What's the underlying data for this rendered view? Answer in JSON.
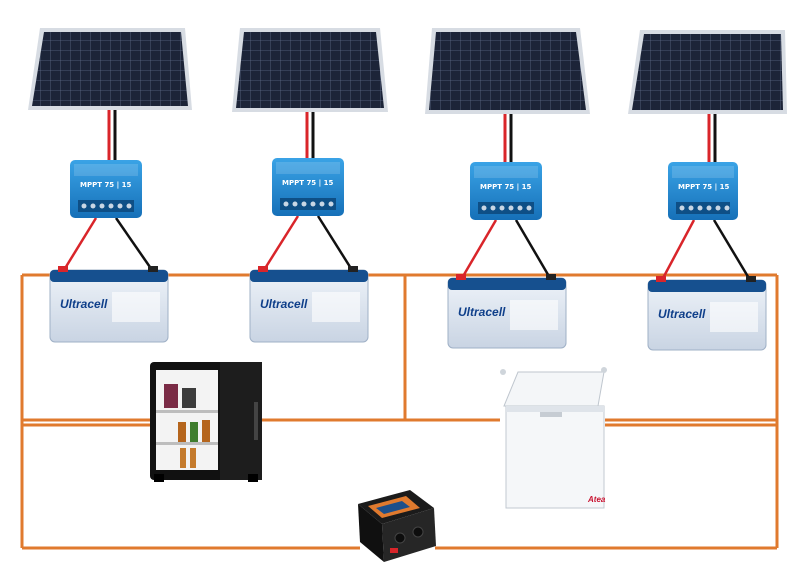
{
  "system": {
    "units": [
      {
        "controller_label": "MPPT 75 | 15",
        "battery_brand": "Ultracell"
      },
      {
        "controller_label": "MPPT 75 | 15",
        "battery_brand": "Ultracell"
      },
      {
        "controller_label": "MPPT 75 | 15",
        "battery_brand": "Ultracell"
      },
      {
        "controller_label": "MPPT 75 | 15",
        "battery_brand": "Ultracell"
      }
    ],
    "freezer_brand": "Atea",
    "colors": {
      "bus_wire": "#e07a2e",
      "positive_wire": "#d9252a",
      "negative_wire": "#111111",
      "controller": "#1e88d0",
      "battery": "#dfe7f1",
      "panel": "#1b2233"
    }
  }
}
